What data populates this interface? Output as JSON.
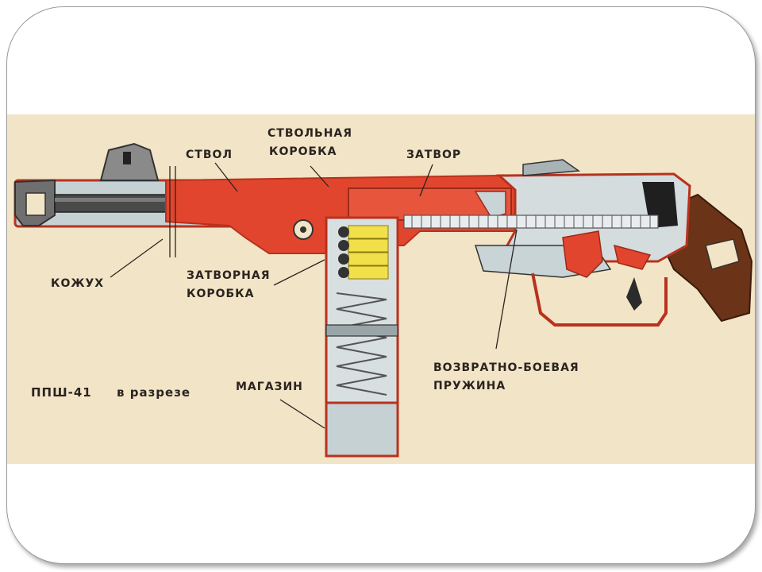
{
  "diagram": {
    "labels": {
      "stvol": "СТВОЛ",
      "stvolnaya_1": "СТВОЛЬНАЯ",
      "stvolnaya_2": "КОРОБКА",
      "zatvor": "ЗАТВОР",
      "kozhukh": "КОЖУХ",
      "zatvornaya_1": "ЗАТВОРНАЯ",
      "zatvornaya_2": "КОРОБКА",
      "vozvratno_1": "ВОЗВРАТНО-БОЕВАЯ",
      "vozvratno_2": "ПРУЖИНА",
      "magazin": "МАГАЗИН"
    },
    "caption": {
      "name": "ППШ-41",
      "rest": "в  разрезе"
    },
    "colors": {
      "paper": "#f2e4c6",
      "red": "#e2452e",
      "dark_red": "#b8321e",
      "grey": "#c9d4d6",
      "dark": "#2b2b2b",
      "wood": "#6b3318",
      "yellow": "#f2e04a"
    }
  }
}
